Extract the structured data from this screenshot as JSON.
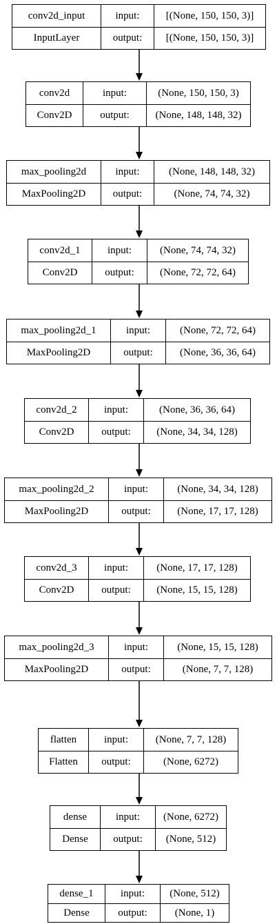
{
  "labels": {
    "input": "input:",
    "output": "output:"
  },
  "layers": [
    {
      "name": "conv2d_input",
      "type": "InputLayer",
      "input_shape": "[(None, 150, 150, 3)]",
      "output_shape": "[(None, 150, 150, 3)]"
    },
    {
      "name": "conv2d",
      "type": "Conv2D",
      "input_shape": "(None, 150, 150, 3)",
      "output_shape": "(None, 148, 148, 32)"
    },
    {
      "name": "max_pooling2d",
      "type": "MaxPooling2D",
      "input_shape": "(None, 148, 148, 32)",
      "output_shape": "(None, 74, 74, 32)"
    },
    {
      "name": "conv2d_1",
      "type": "Conv2D",
      "input_shape": "(None, 74, 74, 32)",
      "output_shape": "(None, 72, 72, 64)"
    },
    {
      "name": "max_pooling2d_1",
      "type": "MaxPooling2D",
      "input_shape": "(None, 72, 72, 64)",
      "output_shape": "(None, 36, 36, 64)"
    },
    {
      "name": "conv2d_2",
      "type": "Conv2D",
      "input_shape": "(None, 36, 36, 64)",
      "output_shape": "(None, 34, 34, 128)"
    },
    {
      "name": "max_pooling2d_2",
      "type": "MaxPooling2D",
      "input_shape": "(None, 34, 34, 128)",
      "output_shape": "(None, 17, 17, 128)"
    },
    {
      "name": "conv2d_3",
      "type": "Conv2D",
      "input_shape": "(None, 17, 17, 128)",
      "output_shape": "(None, 15, 15, 128)"
    },
    {
      "name": "max_pooling2d_3",
      "type": "MaxPooling2D",
      "input_shape": "(None, 15, 15, 128)",
      "output_shape": "(None, 7, 7, 128)"
    },
    {
      "name": "flatten",
      "type": "Flatten",
      "input_shape": "(None, 7, 7, 128)",
      "output_shape": "(None, 6272)"
    },
    {
      "name": "dense",
      "type": "Dense",
      "input_shape": "(None, 6272)",
      "output_shape": "(None, 512)"
    },
    {
      "name": "dense_1",
      "type": "Dense",
      "input_shape": "(None, 512)",
      "output_shape": "(None, 1)"
    }
  ]
}
